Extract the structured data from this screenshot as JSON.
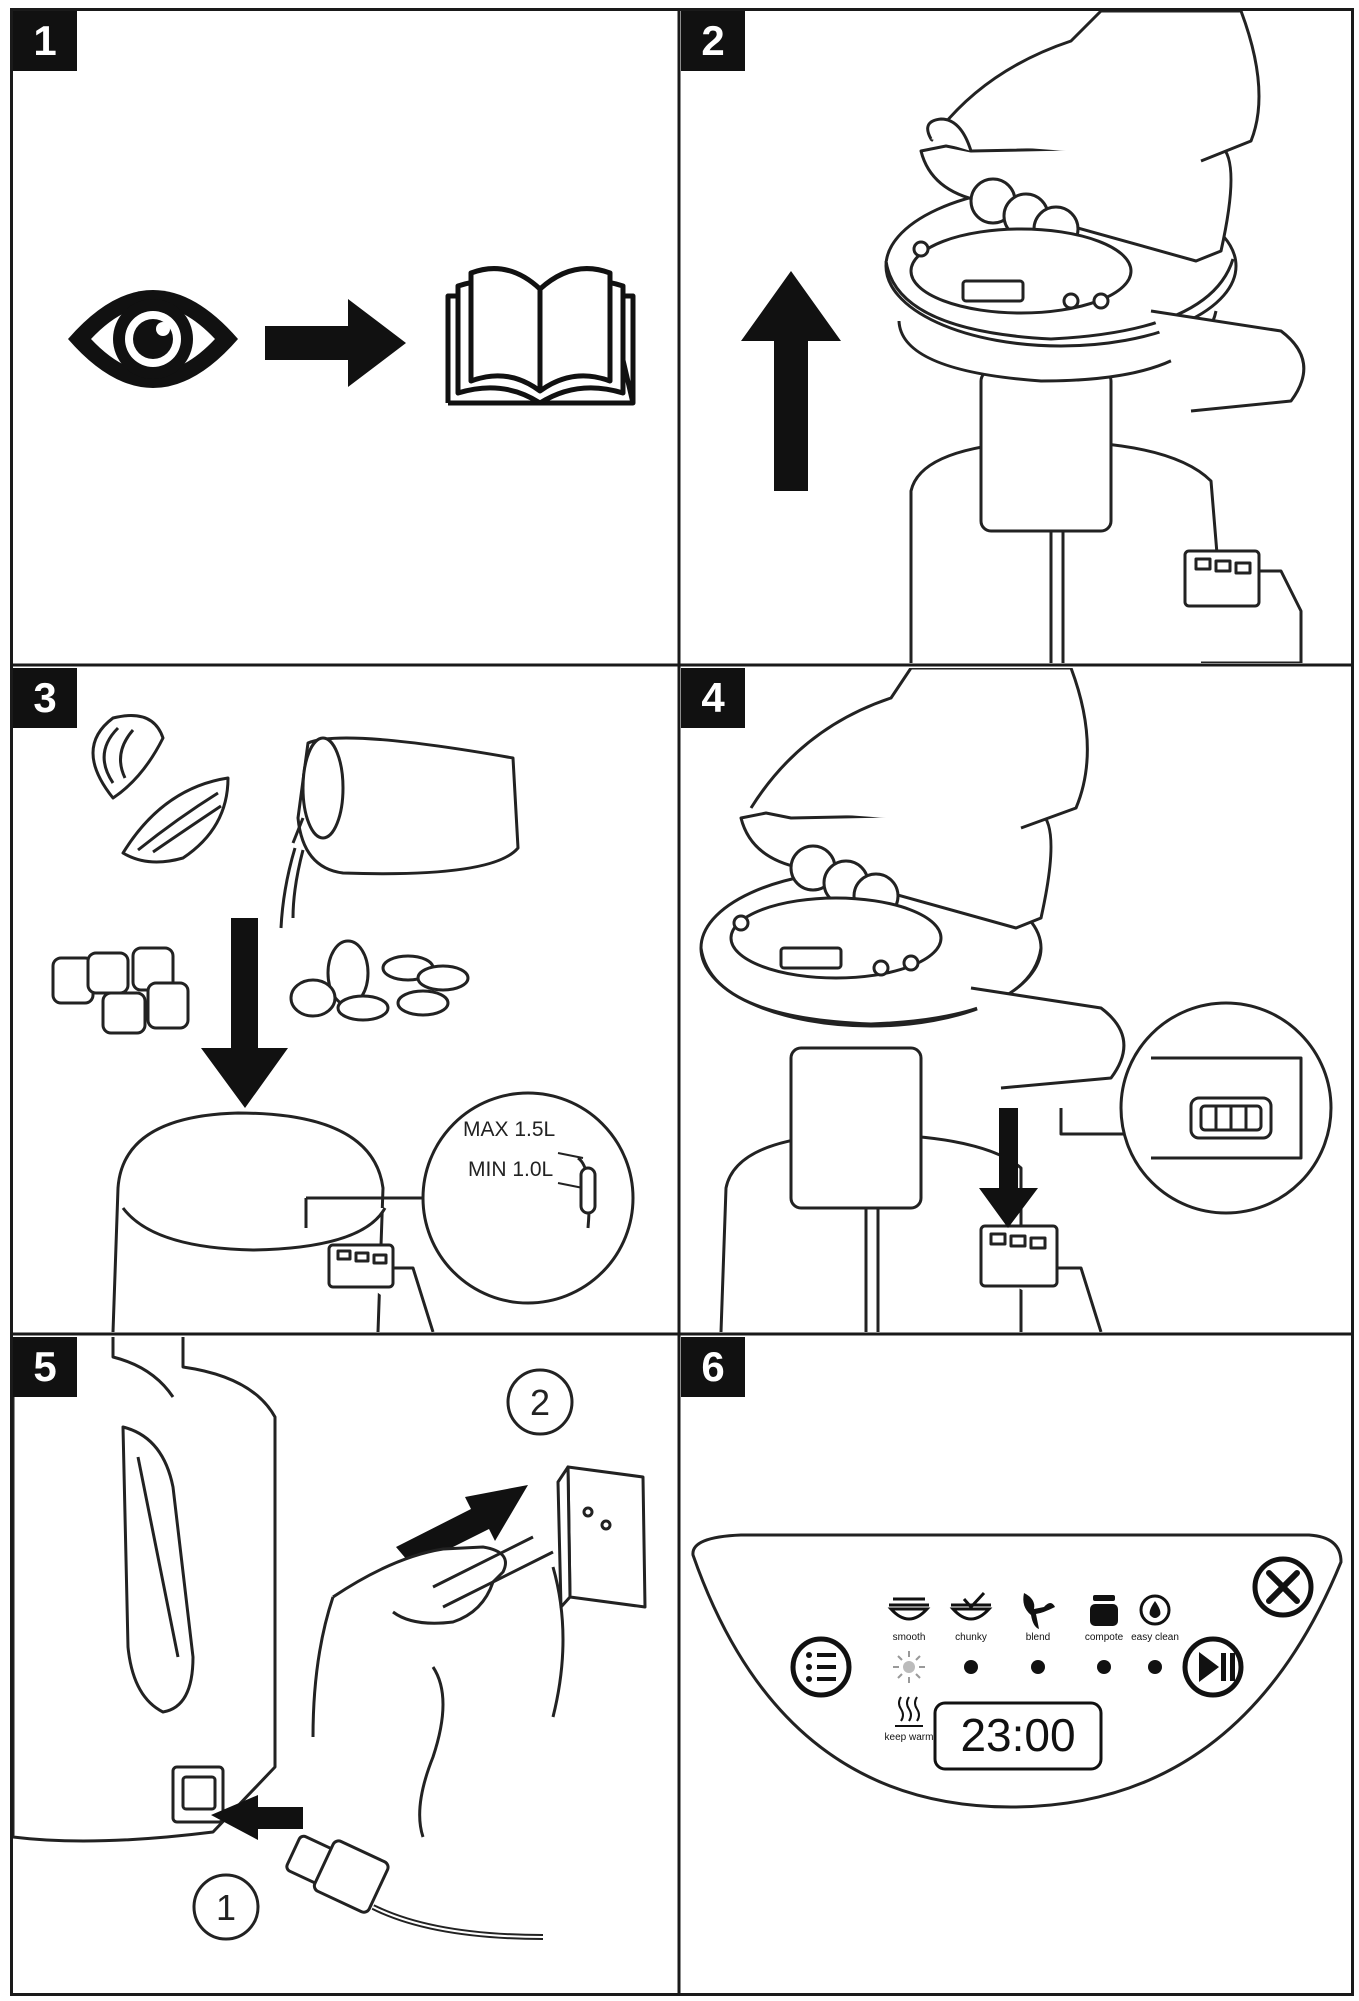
{
  "panels": [
    {
      "number": "1"
    },
    {
      "number": "2"
    },
    {
      "number": "3",
      "max_label": "MAX 1.5L",
      "min_label": "MIN 1.0L"
    },
    {
      "number": "4"
    },
    {
      "number": "5",
      "step1": "1",
      "step2": "2"
    },
    {
      "number": "6"
    }
  ],
  "control_panel": {
    "programs": [
      {
        "label": "smooth",
        "icon": "bowl-icon"
      },
      {
        "label": "chunky",
        "icon": "chunky-bowl-icon"
      },
      {
        "label": "blend",
        "icon": "blade-icon"
      },
      {
        "label": "compote",
        "icon": "jar-icon"
      },
      {
        "label": "easy clean",
        "icon": "drop-icon"
      }
    ],
    "keep_warm_label": "keep warm",
    "display_time": "23:00"
  }
}
